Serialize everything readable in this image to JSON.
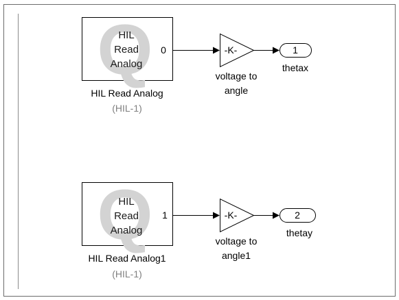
{
  "blocks": [
    {
      "inner_lines": [
        "HIL",
        "Read",
        "Analog"
      ],
      "port": "0",
      "name": "HIL Read Analog",
      "subname": "(HIL-1)",
      "gain_text": "-K-",
      "gain_name": [
        "voltage to",
        "angle"
      ],
      "outport_num": "1",
      "outport_name": "thetax"
    },
    {
      "inner_lines": [
        "HIL",
        "Read",
        "Analog"
      ],
      "port": "1",
      "name": "HIL Read Analog1",
      "subname": "(HIL-1)",
      "gain_text": "-K-",
      "gain_name": [
        "voltage to",
        "angle1"
      ],
      "outport_num": "2",
      "outport_name": "thetay"
    }
  ],
  "colors": {
    "background": "#ffffff",
    "line": "#000000",
    "logo_watermark": "#d3d3d3",
    "subname_text": "#7f7f7f"
  },
  "icons": {
    "block_watermark": "quanser-q-logo"
  }
}
